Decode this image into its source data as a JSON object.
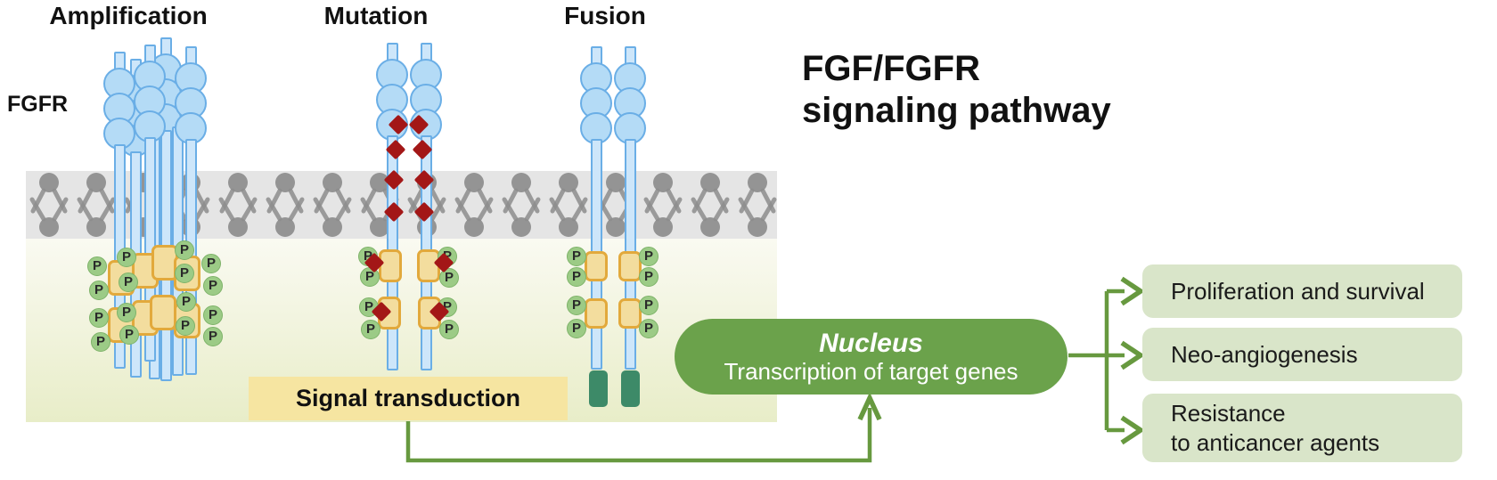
{
  "header": {
    "column_labels": [
      "Amplification",
      "Mutation",
      "Fusion"
    ],
    "receptor_label": "FGFR",
    "title_lines": [
      "FGF/FGFR",
      "signaling pathway"
    ]
  },
  "pathway": {
    "signal_box_label": "Signal transduction",
    "nucleus_title": "Nucleus",
    "nucleus_subtitle": "Transcription of target genes",
    "phospho_label": "P",
    "outcomes": [
      {
        "lines": [
          "Proliferation and survival"
        ]
      },
      {
        "lines": [
          "Neo-angiogenesis"
        ]
      },
      {
        "lines": [
          "Resistance",
          "to anticancer agents"
        ]
      }
    ]
  },
  "colors": {
    "receptor_fill": "#b4dbf6",
    "receptor_stroke": "#6aaee6",
    "stalk_fill": "#cde6fa",
    "membrane_band": "#e5e5e5",
    "lipid": "#8d8d8d",
    "cell_top": "#fafaf2",
    "cell_bottom": "#e8edc8",
    "kinase_fill": "#f3dd9e",
    "kinase_stroke": "#e2a93c",
    "phospho_fill": "#9ccb86",
    "mutation_diamond": "#a31717",
    "fusion_partner": "#3d8a68",
    "signal_box": "#f6e5a1",
    "nucleus_green": "#6ba24b",
    "outcome_box": "#d9e5c9",
    "arrow_green": "#67993f",
    "text_dark": "#111111",
    "text_light": "#ffffff"
  }
}
